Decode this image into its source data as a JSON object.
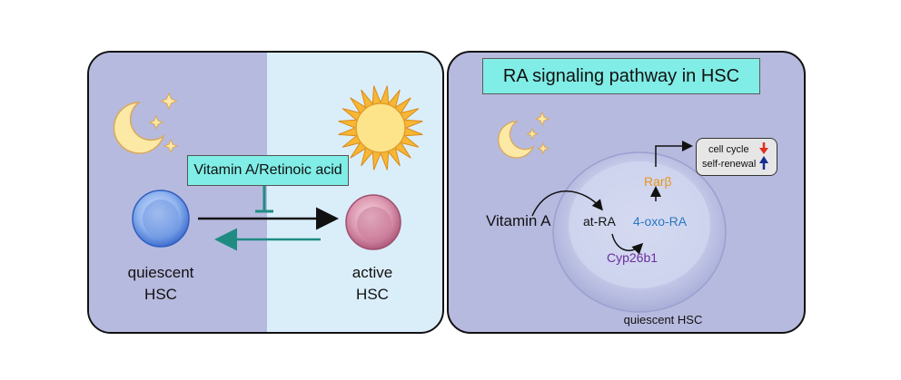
{
  "left_panel": {
    "inhibitor_label": "Vitamin A/Retinoic acid",
    "quiescent_label": [
      "quiescent",
      "HSC"
    ],
    "active_label": [
      "active",
      "HSC"
    ],
    "icons": [
      "moon-stars-icon",
      "sun-icon"
    ]
  },
  "right_panel": {
    "title": "RA signaling pathway in HSC",
    "vitamin_a": "Vitamin A",
    "at_ra": "at-RA",
    "oxo_ra": "4-oxo-RA",
    "cyp": "Cyp26b1",
    "rarb": "Rarβ",
    "cell_cycle": "cell cycle",
    "self_renewal": "self-renewal",
    "cell_label": "quiescent HSC",
    "icons": [
      "moon-stars-icon",
      "down-arrow-icon",
      "up-arrow-icon"
    ]
  },
  "colors": {
    "quiescent_bg": "#b7badf",
    "active_bg": "#daeefa",
    "teal_box": "#80ede6",
    "teal_arrow": "#1f8c83",
    "oxo_ra": "#2a78c0",
    "cyp": "#6a2fa0",
    "rarb": "#e8961c",
    "down_arrow": "#e03020",
    "up_arrow": "#1a2e8f"
  }
}
